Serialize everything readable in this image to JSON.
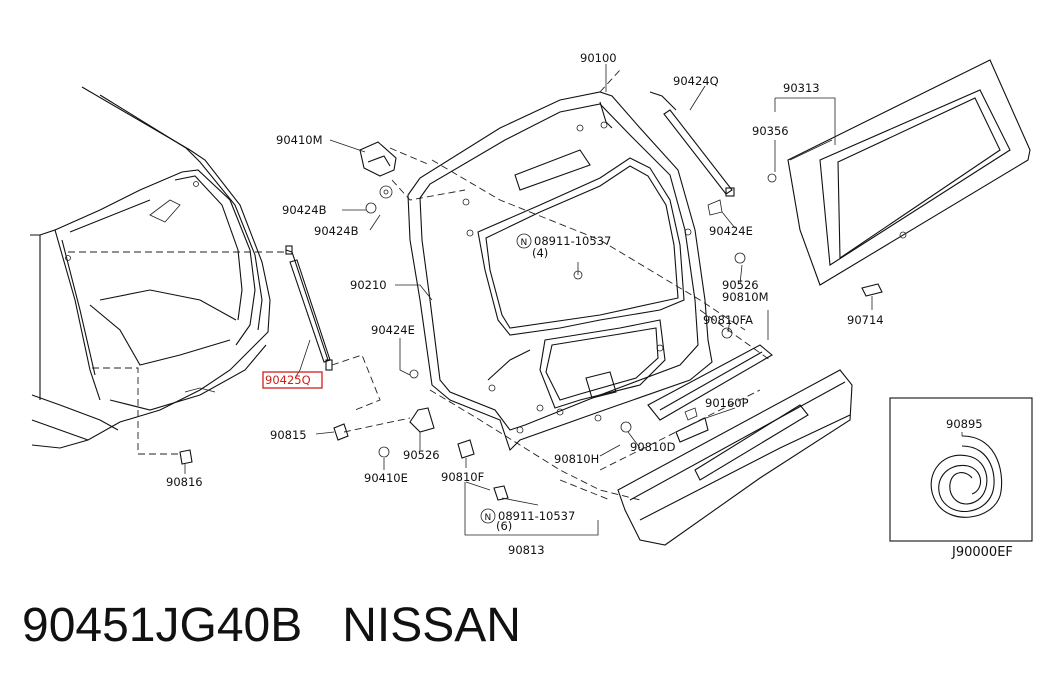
{
  "parts": {
    "p90100": "90100",
    "p90424Q": "90424Q",
    "p90313": "90313",
    "p90356": "90356",
    "p90410M": "90410M",
    "p90424B_1": "90424B",
    "p90424B_2": "90424B",
    "p90424E_top": "90424E",
    "p08911_1_num": "08911-10537",
    "p08911_1_qty": "(4)",
    "p90210": "90210",
    "p90526_r": "90526",
    "p90810M": "90810M",
    "p90810FA": "90810FA",
    "p90714": "90714",
    "p90424E_mid": "90424E",
    "p90425Q": "90425Q",
    "p90160P": "90160P",
    "p90815": "90815",
    "p90526_l": "90526",
    "p90810D": "90810D",
    "p90810H": "90810H",
    "p90410E": "90410E",
    "p90810F": "90810F",
    "p90816": "90816",
    "p08911_2_num": "08911-10537",
    "p08911_2_qty": "(6)",
    "p90813": "90813",
    "p90895": "90895",
    "ref": "J90000EF",
    "n_symbol": "N"
  },
  "highlight_color": "#d0201a",
  "caption": "90451JG40B   NISSAN"
}
